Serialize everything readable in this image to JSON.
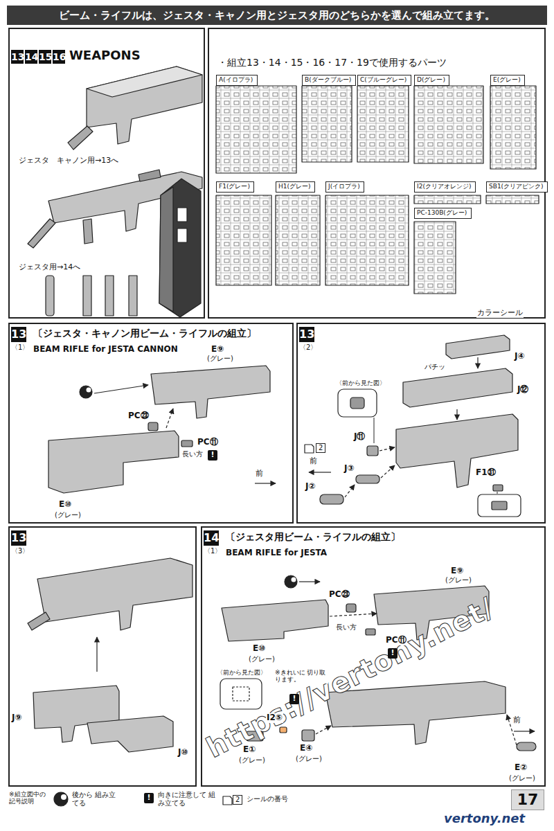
{
  "diagram": {
    "title": "ビーム・ライフルは、ジェスタ・キャノン用とジェスタ用のどちらかを選んで組み立てます。",
    "nodes": [
      {
        "text": [
          "13",
          "14",
          "15",
          "16",
          "WEAPONS"
        ]
      },
      {
        "text": [
          "・組立13・14・15・16・17・19で使用するパーツ"
        ]
      },
      {
        "text": [
          "A(イロプラ)"
        ],
        "in": 1
      },
      {
        "text": [
          "B(ダークブルー)"
        ],
        "in": 1
      },
      {
        "text": [
          "C(ブルーグレー)"
        ],
        "in": 1
      },
      {
        "text": [
          "D(グレー)"
        ],
        "in": 1
      },
      {
        "text": [
          "E(グレー)"
        ],
        "in": 1
      },
      {
        "text": [
          "F1(グレー)"
        ],
        "in": 1
      },
      {
        "text": [
          "H1(グレー)"
        ],
        "in": 1
      },
      {
        "text": [
          "J(イロプラ)"
        ],
        "in": 1
      },
      {
        "text": [
          "I2(クリアオレンジ)"
        ],
        "in": 1
      },
      {
        "text": [
          "SB1(クリアピンク)"
        ],
        "in": 1
      },
      {
        "text": [
          "PC-130B(グレー)"
        ],
        "in": 1
      },
      {
        "text": [
          "13",
          "〔ジェスタ・キャノン用ビーム・ライフルの組立〕",
          "〈1〉",
          "BEAM RIFLE for JESTA CANNON"
        ]
      },
      {
        "text": [
          "13",
          "〈2〉"
        ]
      },
      {
        "text": [
          "13",
          "〈3〉"
        ]
      },
      {
        "text": [
          "14",
          "〔ジェスタ用ビーム・ライフルの組立〕",
          "〈1〉",
          "BEAM RIFLE for JESTA"
        ]
      },
      {
        "text": [
          "17"
        ]
      }
    ],
    "labels": [
      "ジェスタ　キャノン用→13へ",
      "ジェスタ用→14へ",
      "カラーシール",
      "E⑨",
      "(グレー)",
      "PC㉓",
      "長い方",
      "PC⑪",
      "!",
      "前",
      "E⑩",
      "(グレー)",
      "J④",
      "パチッ",
      "J⑫",
      "〈前から見た図〉",
      "J⑪",
      "2",
      "前",
      "J③",
      "J②",
      "F1㉛",
      "J⑨",
      "J⑩",
      "E⑨",
      "(グレー)",
      "PC㉓",
      "長い方",
      "PC⑪",
      "!",
      "E⑩",
      "(グレー)",
      "〈前から見た図〉",
      "※きれいに 切り取ります。",
      "!",
      "I2⑤",
      "E①",
      "(グレー)",
      "E④",
      "(グレー)",
      "前",
      "E②",
      "(グレー)",
      "※組立図中の 記号説明",
      "!",
      "2",
      "https://vertony.net/",
      "vertony.net"
    ],
    "legend": [
      {
        "text": "後から 組み立てる"
      },
      {
        "text": "向きに注意して 組み立てる"
      },
      {
        "text": "シールの番号"
      }
    ]
  }
}
